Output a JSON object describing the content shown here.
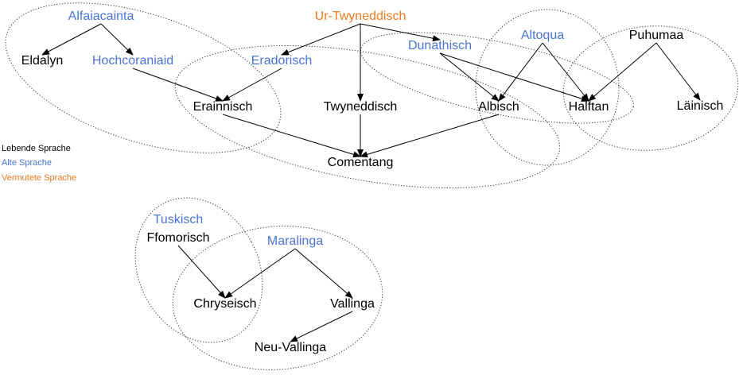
{
  "colors": {
    "living": "#000000",
    "old": "#4a74d9",
    "presumed": "#f07a1e"
  },
  "legend": [
    {
      "label": "Lebende Sprache",
      "kind": "living"
    },
    {
      "label": "Alte Sprache",
      "kind": "old"
    },
    {
      "label": "Vermutete Sprache",
      "kind": "presumed"
    }
  ],
  "nodes": [
    {
      "id": "ur_twyneddisch",
      "label": "Ur-Twyneddisch",
      "kind": "presumed"
    },
    {
      "id": "alfaiacainta",
      "label": "Alfaiacainta",
      "kind": "old"
    },
    {
      "id": "eldalyn",
      "label": "Eldalyn",
      "kind": "living"
    },
    {
      "id": "hochcoraniaid",
      "label": "Hochcoraniaid",
      "kind": "old"
    },
    {
      "id": "eradorisch",
      "label": "Eradorisch",
      "kind": "old"
    },
    {
      "id": "dunathisch",
      "label": "Dunathisch",
      "kind": "old"
    },
    {
      "id": "altoqua",
      "label": "Altoqua",
      "kind": "old"
    },
    {
      "id": "puhumaa",
      "label": "Puhumaa",
      "kind": "living"
    },
    {
      "id": "erainnisch",
      "label": "Erainnisch",
      "kind": "living"
    },
    {
      "id": "twyneddisch",
      "label": "Twyneddisch",
      "kind": "living"
    },
    {
      "id": "albisch",
      "label": "Albisch",
      "kind": "living"
    },
    {
      "id": "halftan",
      "label": "Halftan",
      "kind": "living"
    },
    {
      "id": "lainisch",
      "label": "Läinisch",
      "kind": "living"
    },
    {
      "id": "comentang",
      "label": "Comentang",
      "kind": "living"
    },
    {
      "id": "tuskisch",
      "label": "Tuskisch",
      "kind": "old"
    },
    {
      "id": "ffomorisch",
      "label": "Ffomorisch",
      "kind": "living"
    },
    {
      "id": "maralinga",
      "label": "Maralinga",
      "kind": "old"
    },
    {
      "id": "chryseisch",
      "label": "Chryseisch",
      "kind": "living"
    },
    {
      "id": "vallinga",
      "label": "Vallinga",
      "kind": "living"
    },
    {
      "id": "neu_vallinga",
      "label": "Neu-Vallinga",
      "kind": "living"
    }
  ],
  "edges": [
    {
      "from": "alfaiacainta",
      "to": "eldalyn"
    },
    {
      "from": "alfaiacainta",
      "to": "hochcoraniaid"
    },
    {
      "from": "ur_twyneddisch",
      "to": "eradorisch"
    },
    {
      "from": "ur_twyneddisch",
      "to": "twyneddisch"
    },
    {
      "from": "ur_twyneddisch",
      "to": "dunathisch"
    },
    {
      "from": "hochcoraniaid",
      "to": "erainnisch"
    },
    {
      "from": "eradorisch",
      "to": "erainnisch"
    },
    {
      "from": "dunathisch",
      "to": "albisch"
    },
    {
      "from": "dunathisch",
      "to": "halftan"
    },
    {
      "from": "altoqua",
      "to": "albisch"
    },
    {
      "from": "altoqua",
      "to": "halftan"
    },
    {
      "from": "puhumaa",
      "to": "halftan"
    },
    {
      "from": "puhumaa",
      "to": "lainisch"
    },
    {
      "from": "erainnisch",
      "to": "comentang"
    },
    {
      "from": "twyneddisch",
      "to": "comentang"
    },
    {
      "from": "albisch",
      "to": "comentang"
    },
    {
      "from": "ffomorisch",
      "to": "chryseisch"
    },
    {
      "from": "maralinga",
      "to": "chryseisch"
    },
    {
      "from": "maralinga",
      "to": "vallinga"
    },
    {
      "from": "vallinga",
      "to": "neu_vallinga"
    }
  ]
}
